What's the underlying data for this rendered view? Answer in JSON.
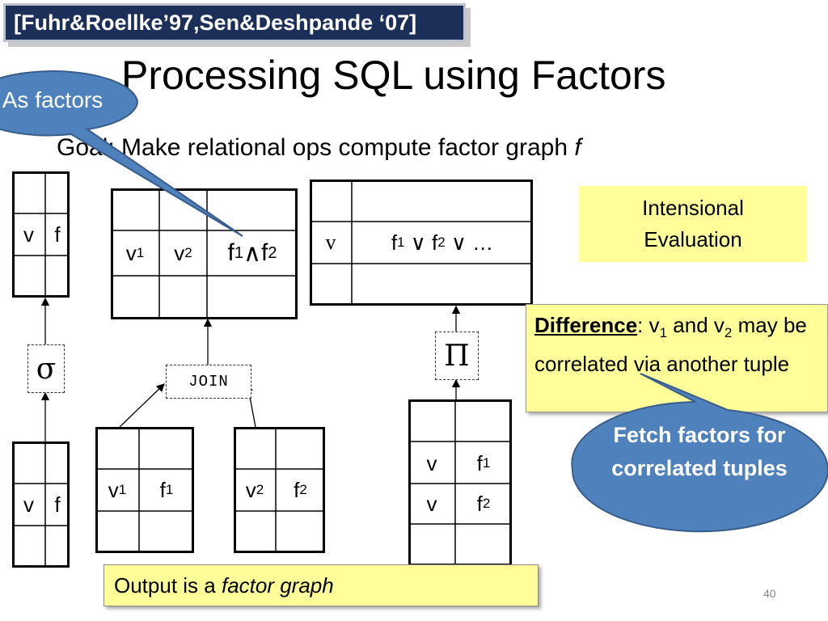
{
  "citation": "[Fuhr&Roellke’97,Sen&Deshpande ‘07]",
  "title": "Processing SQL using Factors",
  "goal": {
    "prefix": "Goal: Make relational ops compute factor graph ",
    "var": "f"
  },
  "tables": {
    "select_output": {
      "col1": "v",
      "col2": "f"
    },
    "select_input": {
      "col1": "v",
      "col2": "f"
    },
    "join_output": {
      "c1": "v",
      "c1sub": "1",
      "c2": "v",
      "c2sub": "2",
      "c3a": "f",
      "c3asub": "1",
      "c3op": "∧",
      "c3b": "f",
      "c3bsub": "2"
    },
    "join_left": {
      "c1": "v",
      "c1sub": "1",
      "c2": "f",
      "c2sub": "1"
    },
    "join_right": {
      "c1": "v",
      "c1sub": "2",
      "c2": "f",
      "c2sub": "2"
    },
    "project_output": {
      "c1": "v",
      "f1": "f",
      "f1sub": "1",
      "or1": " ∨ ",
      "f2": "f",
      "f2sub": "2",
      "or2": " ∨ …"
    },
    "project_input": {
      "r1c1": "v",
      "r1c2": "f",
      "r1c2sub": "1",
      "r2c1": "v",
      "r2c2": "f",
      "r2c2sub": "2"
    }
  },
  "operators": {
    "select": "σ",
    "project": "Π",
    "join": "JOIN"
  },
  "intensional": {
    "line1": "Intensional",
    "line2": "Evaluation"
  },
  "difference": {
    "keyword": "Difference",
    "colon": ": v",
    "sub1": "1",
    "and": " and v",
    "sub2": "2",
    "rest": " may be correlated via another tuple"
  },
  "callouts": {
    "as_factors": "As factors",
    "fetch": "Fetch factors for correlated tuples"
  },
  "output": {
    "prefix": "Output is a ",
    "italic": "factor graph"
  },
  "page_number": "40",
  "colors": {
    "callout_fill": "#4f81bd",
    "callout_stroke": "#385d8a",
    "note_fill": "#ffff99",
    "citation_fill": "#1c2f58"
  }
}
